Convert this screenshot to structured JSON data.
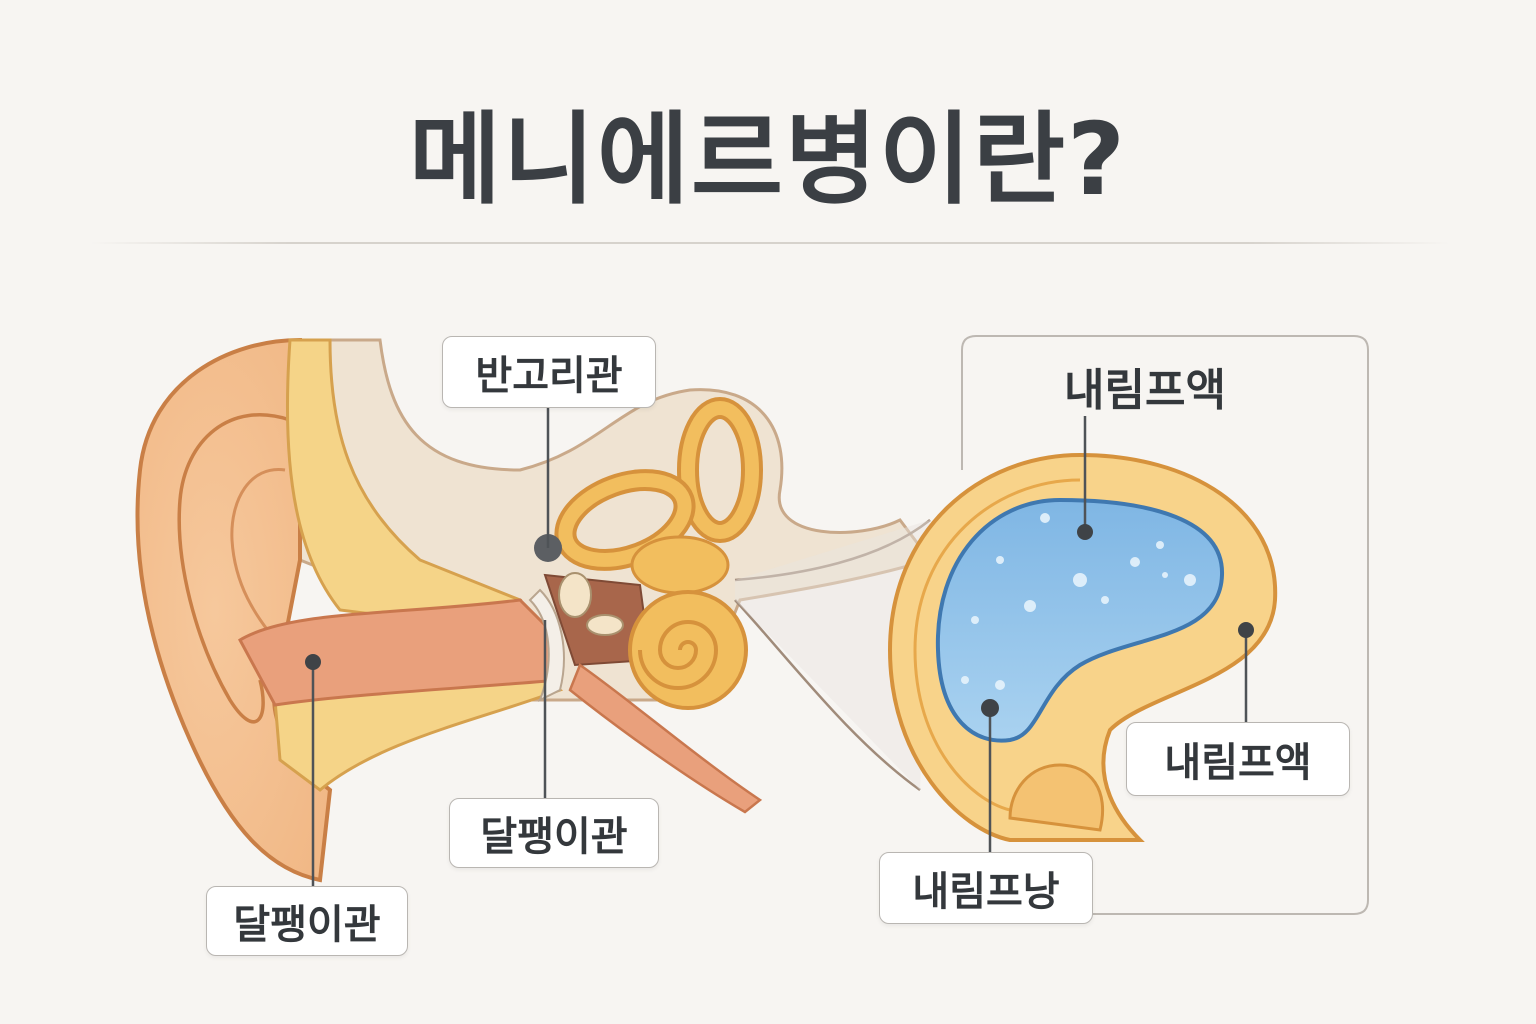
{
  "title": "메니에르병이란?",
  "labels": {
    "semicircular_canal": "반고리관",
    "cochlea": "달팽이관",
    "ear_canal": "달팽이관",
    "endolymph_top": "내림프액",
    "endolymph_right": "내림프액",
    "endolymphatic_sac": "내림프낭"
  },
  "colors": {
    "title_text": "#3b3f44",
    "skin": "#f3c9a0",
    "outline": "#c97f46",
    "bone": "#f0b95a",
    "fluid": "#8fc3ea"
  }
}
